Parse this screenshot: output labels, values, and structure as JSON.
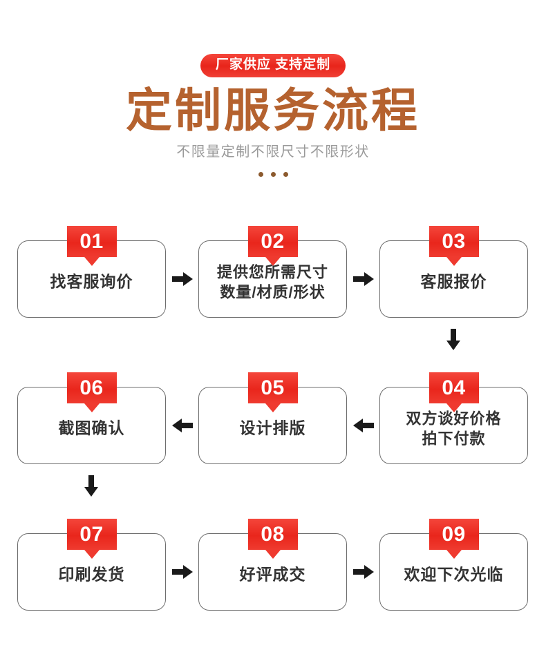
{
  "header": {
    "badge": "厂家供应 支持定制",
    "title": "定制服务流程",
    "subtitle": "不限量定制不限尺寸不限形状",
    "dots_count": 3
  },
  "colors": {
    "badge_red": "#e9261c",
    "title_brown": "#b5622f",
    "subtitle_gray": "#9a9a9a",
    "box_border": "#6d6d6d",
    "box_text": "#333333",
    "arrow_black": "#1a1a1a",
    "dot_brown": "#8c5a2e"
  },
  "flow": {
    "steps": [
      {
        "number": "01",
        "label": "找客服询价",
        "row": 1,
        "col": 1
      },
      {
        "number": "02",
        "label": "提供您所需尺寸\n数量/材质/形状",
        "row": 1,
        "col": 2
      },
      {
        "number": "03",
        "label": "客服报价",
        "row": 1,
        "col": 3
      },
      {
        "number": "04",
        "label": "双方谈好价格\n拍下付款",
        "row": 2,
        "col": 3
      },
      {
        "number": "05",
        "label": "设计排版",
        "row": 2,
        "col": 2
      },
      {
        "number": "06",
        "label": "截图确认",
        "row": 2,
        "col": 1
      },
      {
        "number": "07",
        "label": "印刷发货",
        "row": 3,
        "col": 1
      },
      {
        "number": "08",
        "label": "好评成交",
        "row": 3,
        "col": 2
      },
      {
        "number": "09",
        "label": "欢迎下次光临",
        "row": 3,
        "col": 3
      }
    ],
    "connectors": [
      {
        "name": "arrow-01-to-02",
        "direction": "right"
      },
      {
        "name": "arrow-02-to-03",
        "direction": "right"
      },
      {
        "name": "arrow-03-to-04",
        "direction": "down"
      },
      {
        "name": "arrow-04-to-05",
        "direction": "left"
      },
      {
        "name": "arrow-05-to-06",
        "direction": "left"
      },
      {
        "name": "arrow-06-to-07",
        "direction": "down"
      },
      {
        "name": "arrow-07-to-08",
        "direction": "right"
      },
      {
        "name": "arrow-08-to-09",
        "direction": "right"
      }
    ]
  }
}
